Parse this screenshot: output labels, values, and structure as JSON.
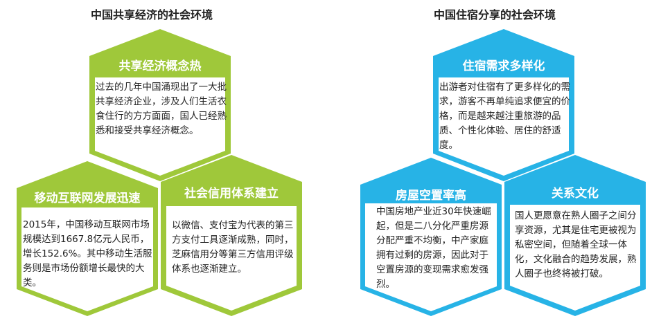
{
  "colors": {
    "green": "#9fc83a",
    "blue": "#27b3e6"
  },
  "left_group": {
    "title": "中国共享经济的社会环境",
    "top": {
      "heading": "共享经济概念热",
      "body": "过去的几年中国涌现出了一大批共享经济企业，涉及人们生活衣食住行的方方面面，国人已经熟悉和接受共享经济概念。"
    },
    "bottom_left": {
      "heading": "移动互联网发展迅速",
      "body": "2015年，中国移动互联网市场规模达到1667.8亿元人民币，增长152.6%。其中移动生活服务则是市场份额增长最快的大类。"
    },
    "bottom_right": {
      "heading": "社会信用体系建立",
      "body": "以微信、支付宝为代表的第三方支付工具逐渐成熟，同时，芝麻信用分等第三方信用评级体系也逐渐建立。"
    }
  },
  "right_group": {
    "title": "中国住宿分享的社会环境",
    "top": {
      "heading": "住宿需求多样化",
      "body": "出游者对住宿有了更多样化的需求，游客不再单纯追求便宜的价格，而是越来越注重旅游的品质、个性化体验、居住的舒适度。"
    },
    "bottom_left": {
      "heading": "房屋空置率高",
      "body": "中国房地产业近30年快速崛起，但是二八分化严重房源分配严重不均衡，中产家庭拥有过剩的房源，因此对于空置房源的变现需求愈发强烈。"
    },
    "bottom_right": {
      "heading": "关系文化",
      "body": "国人更愿意在熟人圈子之间分享资源，尤其是住宅更被视为私密空间，但随着全球一体化，文化融合的趋势发展，熟人圈子也终将被打破。"
    }
  }
}
